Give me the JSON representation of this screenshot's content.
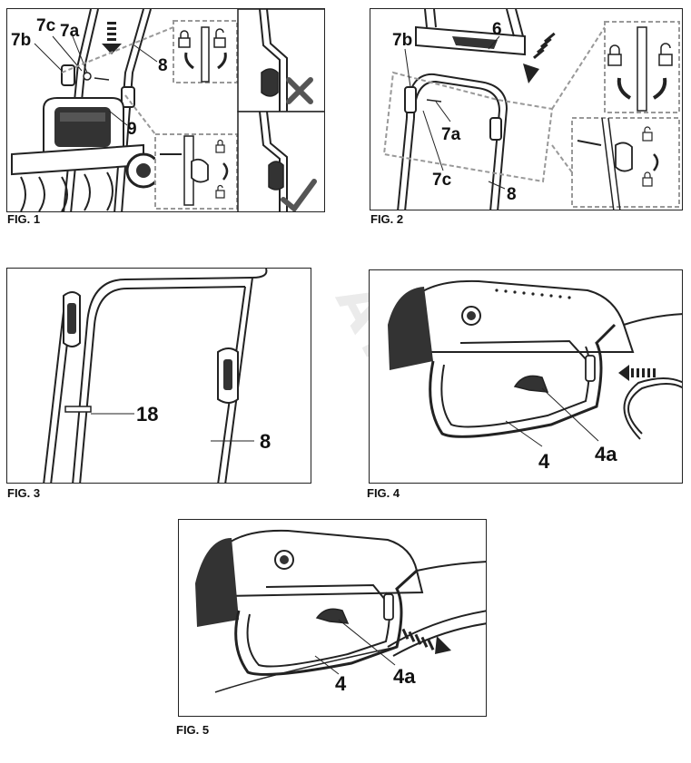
{
  "watermark": "AKA",
  "figures": [
    {
      "id": "fig1",
      "label": "FIG. 1",
      "callouts": [
        "7b",
        "7c",
        "7a",
        "8",
        "9"
      ]
    },
    {
      "id": "fig2",
      "label": "FIG. 2",
      "callouts": [
        "7b",
        "6",
        "7a",
        "7c",
        "8"
      ]
    },
    {
      "id": "fig3",
      "label": "FIG. 3",
      "callouts": [
        "18",
        "8"
      ]
    },
    {
      "id": "fig4",
      "label": "FIG. 4",
      "callouts": [
        "4",
        "4a"
      ]
    },
    {
      "id": "fig5",
      "label": "FIG. 5",
      "callouts": [
        "4",
        "4a"
      ]
    }
  ],
  "icons": [
    "lock-closed-icon",
    "lock-open-icon",
    "rotate-arrow-icon",
    "push-arrow-icon",
    "incorrect-cross-icon",
    "correct-check-icon"
  ],
  "colors": {
    "line": "#222222",
    "fill": "#ffffff",
    "dark": "#333333",
    "dash": "#999999",
    "watermark": "#ebebeb"
  }
}
